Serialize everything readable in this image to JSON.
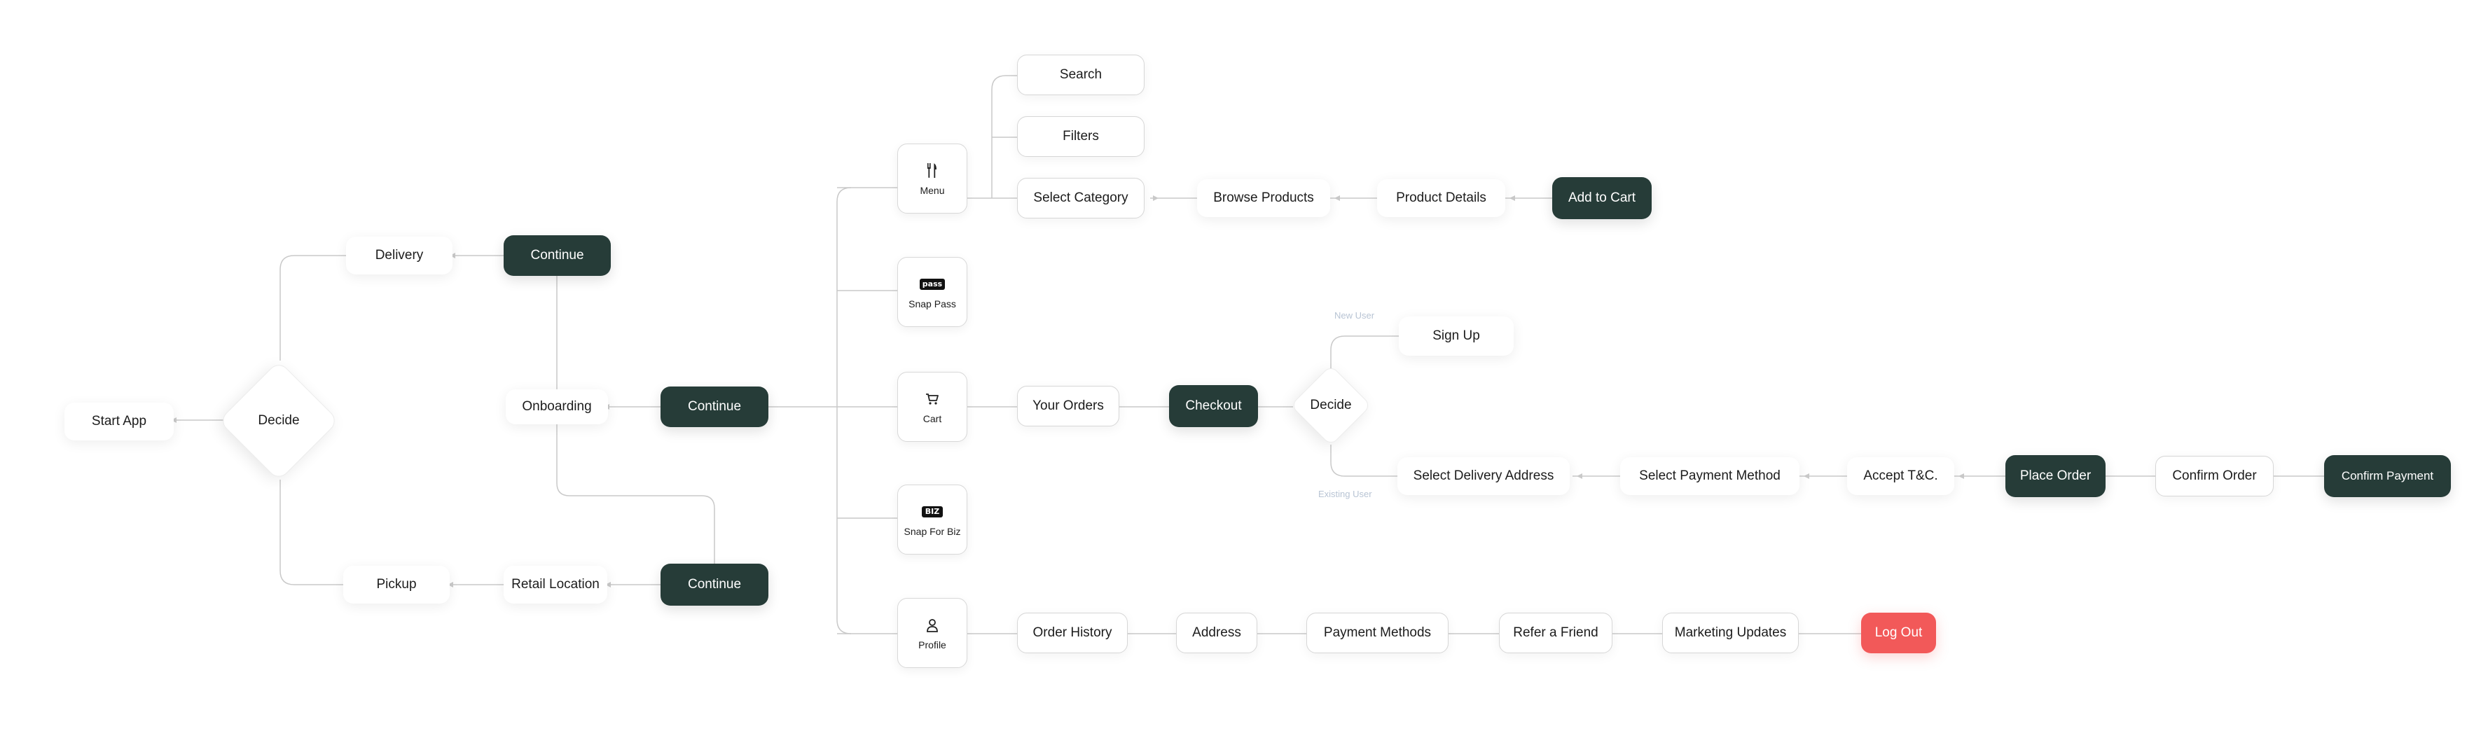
{
  "colors": {
    "dark_node": "#263c38",
    "logout_node": "#f25959",
    "connector": "#c9c9c9",
    "branch_label": "#b8c4d4"
  },
  "nodes": {
    "start_app": "Start App",
    "decide_main": "Decide",
    "delivery": "Delivery",
    "continue_delivery": "Continue",
    "pickup": "Pickup",
    "retail_location": "Retail Location",
    "continue_pickup": "Continue",
    "onboarding": "Onboarding",
    "continue_main": "Continue",
    "search": "Search",
    "filters": "Filters",
    "select_category": "Select Category",
    "browse_products": "Browse Products",
    "product_details": "Product Details",
    "add_to_cart": "Add to Cart",
    "your_orders": "Your Orders",
    "checkout": "Checkout",
    "decide_user": "Decide",
    "sign_up": "Sign Up",
    "select_delivery_address": "Select Delivery Address",
    "select_payment_method": "Select Payment Method",
    "accept_tc": "Accept T&C.",
    "place_order": "Place Order",
    "confirm_order": "Confirm Order",
    "confirm_payment": "Confirm Payment",
    "order_history": "Order History",
    "address": "Address",
    "payment_methods": "Payment Methods",
    "refer_a_friend": "Refer a Friend",
    "marketing_updates": "Marketing Updates",
    "log_out": "Log Out"
  },
  "tiles": {
    "menu": {
      "label": "Menu",
      "icon": "fork-knife-icon"
    },
    "snap_pass": {
      "label": "Snap Pass",
      "icon": "pass-badge-icon",
      "badge": "pass"
    },
    "cart": {
      "label": "Cart",
      "icon": "cart-icon"
    },
    "snap_for_biz": {
      "label": "Snap For Biz",
      "icon": "biz-badge-icon",
      "badge": "BIZ"
    },
    "profile": {
      "label": "Profile",
      "icon": "user-icon"
    }
  },
  "branch_labels": {
    "new_user": "New User",
    "existing_user": "Existing User"
  }
}
